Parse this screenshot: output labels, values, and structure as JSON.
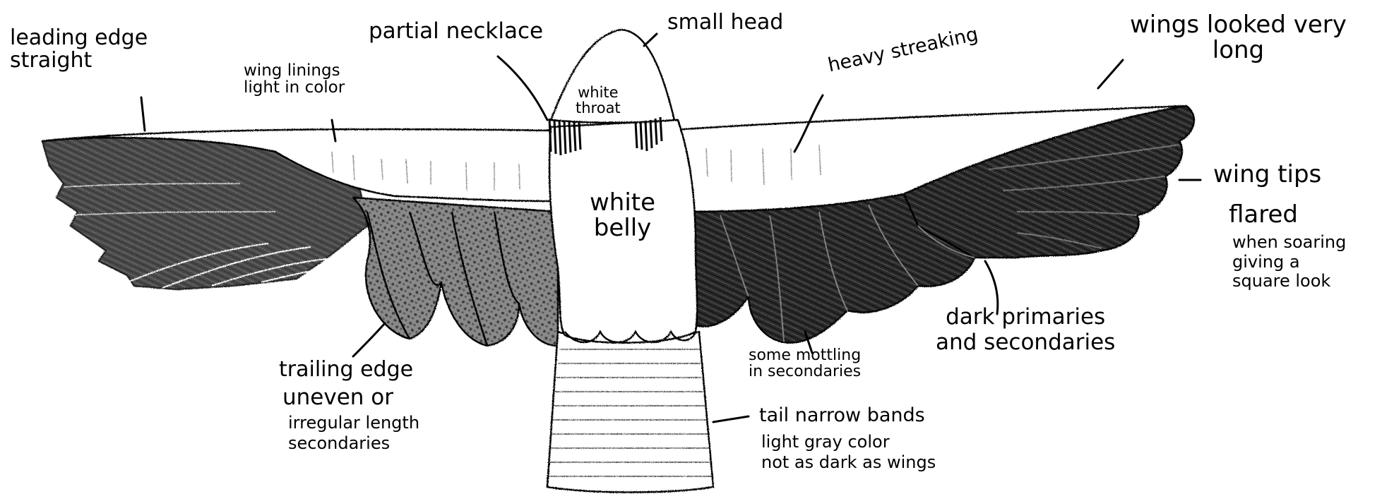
{
  "labels": {
    "leading_edge": "leading edge\nstraight",
    "wing_linings": "wing linings\nlight in color",
    "partial_necklace": "partial necklace",
    "small_head": "small head",
    "white_throat": "white\nthroat",
    "heavy_streaking": "heavy streaking",
    "wings_long": "wings looked very\nlong",
    "white_belly": "white\nbelly",
    "wing_tips_1": "wing tips",
    "wing_tips_2": "flared",
    "wing_tips_3": "when soaring\ngiving a\nsquare look",
    "dark_primaries": "dark primaries\nand secondaries",
    "some_mottling": "some mottling\nin secondaries",
    "trailing_edge_1": "trailing edge",
    "trailing_edge_2": "uneven or",
    "trailing_edge_3": "irregular length\nsecondaries",
    "tail_1": "tail narrow bands",
    "tail_2": "light gray color\nnot as dark as wings"
  },
  "colors": {
    "ink": "#000000",
    "paper": "#ffffff",
    "dark_wing": "#1b1b1b",
    "mottle": "#6a6a6a"
  }
}
